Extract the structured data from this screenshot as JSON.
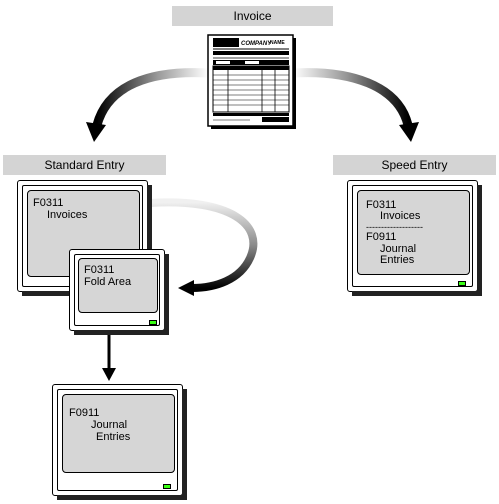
{
  "invoice_label": "Invoice",
  "invoice_form": {
    "company": "COMPANY",
    "name": "NAME"
  },
  "standard_entry": {
    "label": "Standard Entry",
    "invoices_screen": {
      "code": "F0311",
      "name": "Invoices"
    },
    "fold_screen": {
      "code": "F0311",
      "name": "Fold Area"
    },
    "journal_screen": {
      "code": "F0911",
      "name_line1": "Journal",
      "name_line2": "Entries"
    }
  },
  "speed_entry": {
    "label": "Speed Entry",
    "screen": {
      "code1": "F0311",
      "name1": "Invoices",
      "divider": "-------------------",
      "code2": "F0911",
      "name2_line1": "Journal",
      "name2_line2": "Entries"
    }
  }
}
